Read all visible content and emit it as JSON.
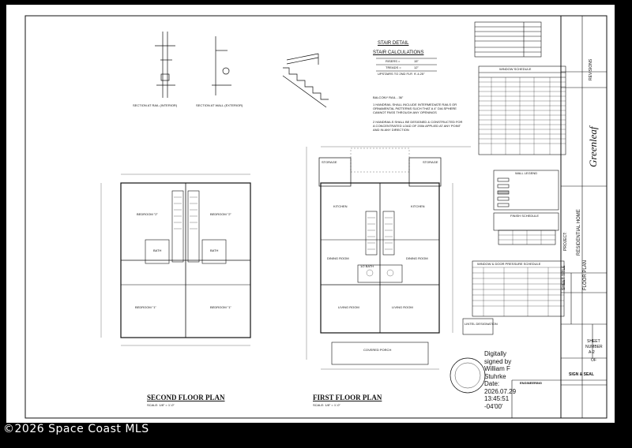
{
  "watermark": "©2026 Space Coast MLS",
  "stair": {
    "detail_title": "STAIR DETAIL",
    "calc_title": "STAIR CALCULATIONS",
    "risers_label": "RISERS =",
    "risers_value": "15\"",
    "treads_label": "TREADS =",
    "treads_value": "12\"",
    "upstairs_label": "UPSTAIRS TO 2ND FLR",
    "upstairs_value": "9'-4.25\"",
    "balcony_rail": "BALCONY RAIL - 36\"",
    "handrail_note": "1 HANDRAIL SHALL INCLUDE INTERMEDIATE RAILS OR ORNAMENTAL PATTERNS SUCH THAT A 4\" DIA SPHERE CANNOT PASS THROUGH ANY OPENINGS",
    "handrail_load_note": "2 HANDRAILS SHALL BE DESIGNED & CONSTRUCTED FOR A CONCENTRATED LOAD OF 200# APPLIED AT ANY POINT AND IN ANY DIRECTION",
    "section_interior": "SECTION AT RAIL (INTERIOR)",
    "section_exterior": "SECTION AT WALL (EXTERIOR)"
  },
  "schedules": {
    "window_schedule": "WINDOW SCHEDULE",
    "wall_legend": "WALL LEGEND",
    "finish_schedule": "FINISH SCHEDULE",
    "window_door_pressure": "WINDOW & DOOR PRESSURE SCHEDULE",
    "lintel_designation": "LINTEL DESIGNATION"
  },
  "rooms": {
    "bedroom2a": "BEDROOM \"2\"",
    "bedroom2b": "BEDROOM \"2\"",
    "bedroom1a": "BEDROOM \"1\"",
    "bedroom1b": "BEDROOM \"1\"",
    "bath_a": "BATH",
    "bath_b": "BATH",
    "kitchen_a": "KITCHEN",
    "kitchen_b": "KITCHEN",
    "storage_a": "STORAGE",
    "storage_b": "STORAGE",
    "dining_a": "DINING ROOM",
    "dining_b": "DINING ROOM",
    "living_a": "LIVING ROOM",
    "living_b": "LIVING ROOM",
    "half_bath": "1/2 BATH",
    "covered_porch": "COVERED PORCH"
  },
  "plans": {
    "second_floor": "SECOND FLOOR PLAN",
    "second_scale": "SCALE: 1/8\" = 1'-0\"",
    "first_floor": "FIRST FLOOR PLAN",
    "first_scale": "SCALE: 1/8\" = 1'-0\""
  },
  "signature": {
    "line1": "Digitally",
    "line2": "signed by",
    "line3": "William F",
    "line4": "Stuhrke",
    "line5": "Date:",
    "line6": "2026.07.29",
    "line7": "13:45:51",
    "line8": "-04'00'"
  },
  "title_block": {
    "revisions": "REVISIONS",
    "firm": "Greenleaf",
    "project_label": "PROJECT:",
    "project_name": "RESIDENTIAL HOME",
    "sheet_title_label": "SHEET TITLE",
    "sheet_title": "FLOOR PLAN",
    "sheet_label": "SHEET",
    "number_label": "NUMBER",
    "sheet_number": "A-2",
    "of_label": "OF",
    "sign_seal": "SIGN & SEAL",
    "engineering": "ENGINEERING"
  },
  "colors": {
    "sheet": "#ffffff",
    "ink": "#111111",
    "background": "#000000"
  }
}
